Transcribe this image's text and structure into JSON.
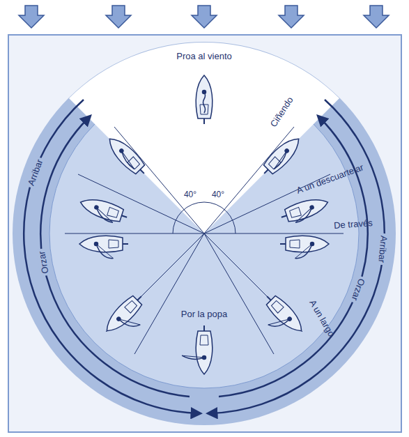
{
  "diagram": {
    "labels": [
      "Proa al viento",
      "40°",
      "40°",
      "Ciñendo",
      "A un descuartelar",
      "De través",
      "A un largo",
      "Por la popa",
      "Arribar",
      "Orzar",
      "Arribar",
      "Orzar"
    ]
  }
}
